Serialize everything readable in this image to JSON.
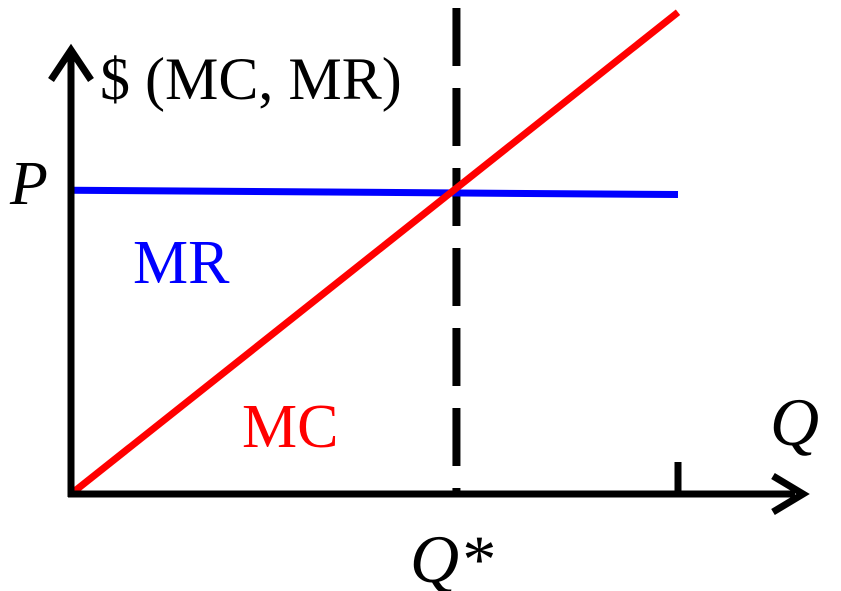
{
  "chart_data": {
    "type": "line",
    "title": "",
    "ylabel": "$ (MC, MR)",
    "xlabel": "Q",
    "xlim": [
      0,
      1
    ],
    "ylim": [
      0,
      1
    ],
    "grid": false,
    "legend": "none",
    "series": [
      {
        "name": "MR",
        "color": "#0000ff",
        "x": [
          0,
          1
        ],
        "y": [
          0.7,
          0.69
        ]
      },
      {
        "name": "MC",
        "color": "#ff0000",
        "x": [
          0,
          1
        ],
        "y": [
          0,
          1.11
        ]
      }
    ],
    "vline": {
      "x": 0.635,
      "label": "Q*",
      "style": "dashed"
    },
    "y_tick": {
      "label": "P",
      "y": 0.7
    },
    "x_tick_end": {
      "x": 1.0
    }
  }
}
